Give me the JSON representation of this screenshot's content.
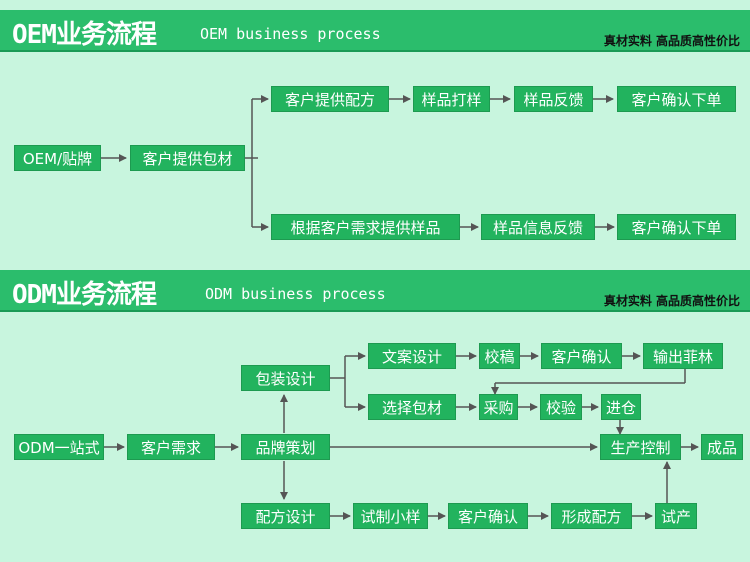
{
  "oem": {
    "title": "OEM业务流程",
    "subtitle": "OEM business process",
    "tagline": "真材实料 高品质高性价比",
    "nodes": {
      "start": "OEM/贴牌",
      "package": "客户提供包材",
      "formula": "客户提供配方",
      "sample_print": "样品打样",
      "sample_feedback": "样品反馈",
      "confirm_order_1": "客户确认下单",
      "custom_sample": "根据客户需求提供样品",
      "info_feedback": "样品信息反馈",
      "confirm_order_2": "客户确认下单"
    }
  },
  "odm": {
    "title": "ODM业务流程",
    "subtitle": "ODM business process",
    "tagline": "真材实料 高品质高性价比",
    "nodes": {
      "start": "ODM一站式",
      "demand": "客户需求",
      "brand": "品牌策划",
      "pack_design": "包装设计",
      "copy_design": "文案设计",
      "proof": "校稿",
      "client_confirm_1": "客户确认",
      "film": "输出菲林",
      "choose_pack": "选择包材",
      "purchase": "采购",
      "inspect": "校验",
      "warehouse": "进仓",
      "production": "生产控制",
      "product": "成品",
      "formula_design": "配方设计",
      "trial_small": "试制小样",
      "client_confirm_2": "客户确认",
      "form_formula": "形成配方",
      "trial_prod": "试产"
    }
  }
}
